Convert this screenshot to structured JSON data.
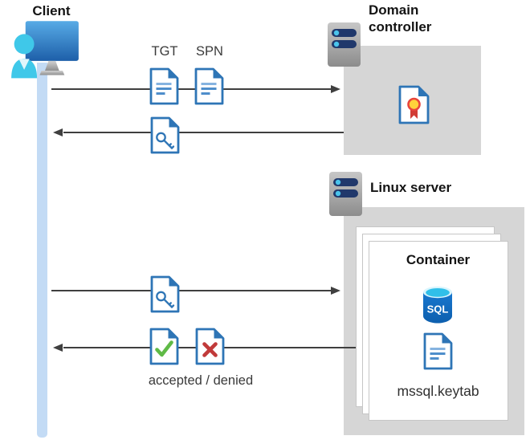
{
  "nodes": {
    "client": {
      "label": "Client"
    },
    "domain_controller": {
      "label": "Domain controller"
    },
    "linux_server": {
      "label": "Linux server"
    },
    "container": {
      "label": "Container",
      "keytab_file": "mssql.keytab"
    }
  },
  "flow_labels": {
    "tgt": "TGT",
    "spn": "SPN",
    "result": "accepted / denied"
  },
  "icons": {
    "sql_label": "SQL",
    "client_computer": "monitor-with-user-icon",
    "server": "server-rack-icon",
    "certificate": "certificate-document-icon",
    "ticket": "text-document-icon",
    "key_ticket": "key-document-icon",
    "accepted": "check-document-icon",
    "denied": "x-document-icon",
    "sql_database": "sql-database-cylinder-icon",
    "keytab": "text-document-icon"
  },
  "colors": {
    "doc_blue": "#2e75b6",
    "gray_panel": "#d6d6d6",
    "lifeline_blue": "#c3dbf5",
    "arrow_gray": "#3f3f3f",
    "accepted_green": "#5fba46",
    "denied_red": "#c13a3a",
    "seal_yellow": "#ffd23b",
    "sql_blue": "#1272c4",
    "person_cyan": "#3fc8e9"
  }
}
